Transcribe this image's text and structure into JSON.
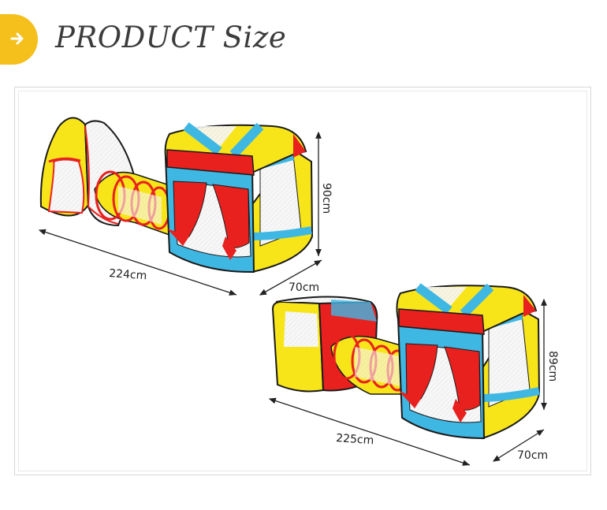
{
  "header": {
    "title": "PRODUCT Size",
    "badge_icon": "arrow-right-icon",
    "accent_color": "#f5bf1c"
  },
  "set1": {
    "length": "224cm",
    "width": "70cm",
    "height": "90cm"
  },
  "set2": {
    "length": "225cm",
    "width": "70cm",
    "height": "89cm"
  },
  "colors": {
    "yellow": "#f7e51a",
    "red": "#e8211e",
    "blue": "#3fb7e3",
    "mesh": "#f2f2f2",
    "line": "#1a1a1a"
  }
}
